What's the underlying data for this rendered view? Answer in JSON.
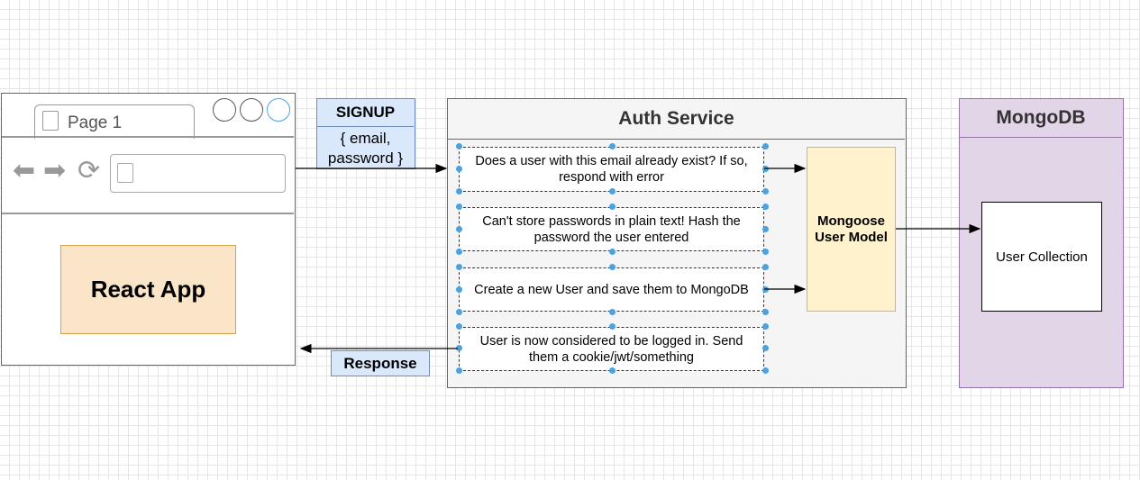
{
  "browser": {
    "tab_label": "Page 1",
    "app_label": "React App"
  },
  "signup": {
    "title": "SIGNUP",
    "body_line1": "{ email,",
    "body_line2": "password }"
  },
  "response_label": "Response",
  "auth_service": {
    "title": "Auth Service",
    "steps": [
      {
        "line1": "Does a user with this email already exist? If so,",
        "line2": "respond with error"
      },
      {
        "line1": "Can't store passwords in plain text!  Hash the",
        "line2": "password the user entered"
      },
      {
        "line1": "Create a new User and save them to MongoDB",
        "line2": ""
      },
      {
        "line1": "User is now considered to be logged in.  Send",
        "line2": "them a cookie/jwt/something"
      }
    ],
    "model_line1": "Mongoose",
    "model_line2": "User Model"
  },
  "mongodb": {
    "title": "MongoDB",
    "collection_label": "User Collection"
  },
  "colors": {
    "react_fill": "#fae5c8",
    "label_fill": "#dae8fc",
    "auth_fill": "#f5f5f5",
    "model_fill": "#fff2cc",
    "mongo_fill": "#e1d5e7",
    "selection_handle": "#4aa3df"
  }
}
